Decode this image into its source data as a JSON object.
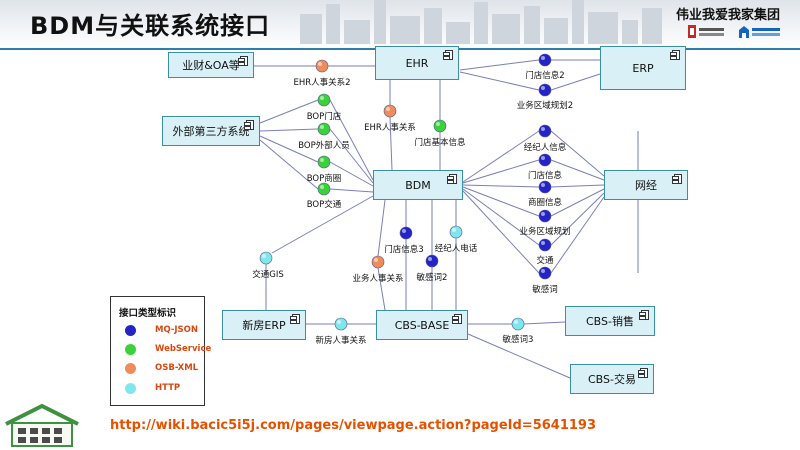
{
  "header": {
    "title": "BDM与关联系统接口",
    "company": "伟业我爱我家集团"
  },
  "colors": {
    "mq_json": "#2323c8",
    "webservice": "#3bd13b",
    "osb_xml": "#f08b5a",
    "http": "#7fe6ee"
  },
  "components": [
    {
      "id": "yecai",
      "label": "业财&OA等"
    },
    {
      "id": "ehr",
      "label": "EHR"
    },
    {
      "id": "erp",
      "label": "ERP"
    },
    {
      "id": "waibu",
      "label": "外部第三方系统"
    },
    {
      "id": "bdm",
      "label": "BDM"
    },
    {
      "id": "wangjing",
      "label": "网经"
    },
    {
      "id": "xinfang",
      "label": "新房ERP"
    },
    {
      "id": "cbsbase",
      "label": "CBS-BASE"
    },
    {
      "id": "cbsxs",
      "label": "CBS-销售"
    },
    {
      "id": "cbsjy",
      "label": "CBS-交易"
    }
  ],
  "interfaces": [
    {
      "label": "EHR人事关系2",
      "type": "osb_xml"
    },
    {
      "label": "门店信息2",
      "type": "mq_json"
    },
    {
      "label": "业务区域规划2",
      "type": "mq_json"
    },
    {
      "label": "BOP门店",
      "type": "webservice"
    },
    {
      "label": "BOP外部人员",
      "type": "webservice"
    },
    {
      "label": "EHR人事关系",
      "type": "osb_xml"
    },
    {
      "label": "门店基本信息",
      "type": "webservice"
    },
    {
      "label": "BOP商圈",
      "type": "webservice"
    },
    {
      "label": "BOP交通",
      "type": "webservice"
    },
    {
      "label": "经纪人信息",
      "type": "mq_json"
    },
    {
      "label": "门店信息",
      "type": "mq_json"
    },
    {
      "label": "商圈信息",
      "type": "mq_json"
    },
    {
      "label": "业务区域规划",
      "type": "mq_json"
    },
    {
      "label": "交通",
      "type": "mq_json"
    },
    {
      "label": "敏感词",
      "type": "mq_json"
    },
    {
      "label": "门店信息3",
      "type": "mq_json"
    },
    {
      "label": "经纪人电话",
      "type": "http"
    },
    {
      "label": "业务人事关系",
      "type": "osb_xml"
    },
    {
      "label": "敏感词2",
      "type": "mq_json"
    },
    {
      "label": "交通GIS",
      "type": "http"
    },
    {
      "label": "新房人事关系",
      "type": "http"
    },
    {
      "label": "敏感词3",
      "type": "http"
    }
  ],
  "legend": {
    "title": "接口类型标识",
    "items": [
      {
        "label": "MQ-JSON",
        "type": "mq_json"
      },
      {
        "label": "WebService",
        "type": "webservice"
      },
      {
        "label": "OSB-XML",
        "type": "osb_xml"
      },
      {
        "label": "HTTP",
        "type": "http"
      }
    ]
  },
  "footer": {
    "url": "http://wiki.bacic5i5j.com/pages/viewpage.action?pageId=5641193"
  }
}
